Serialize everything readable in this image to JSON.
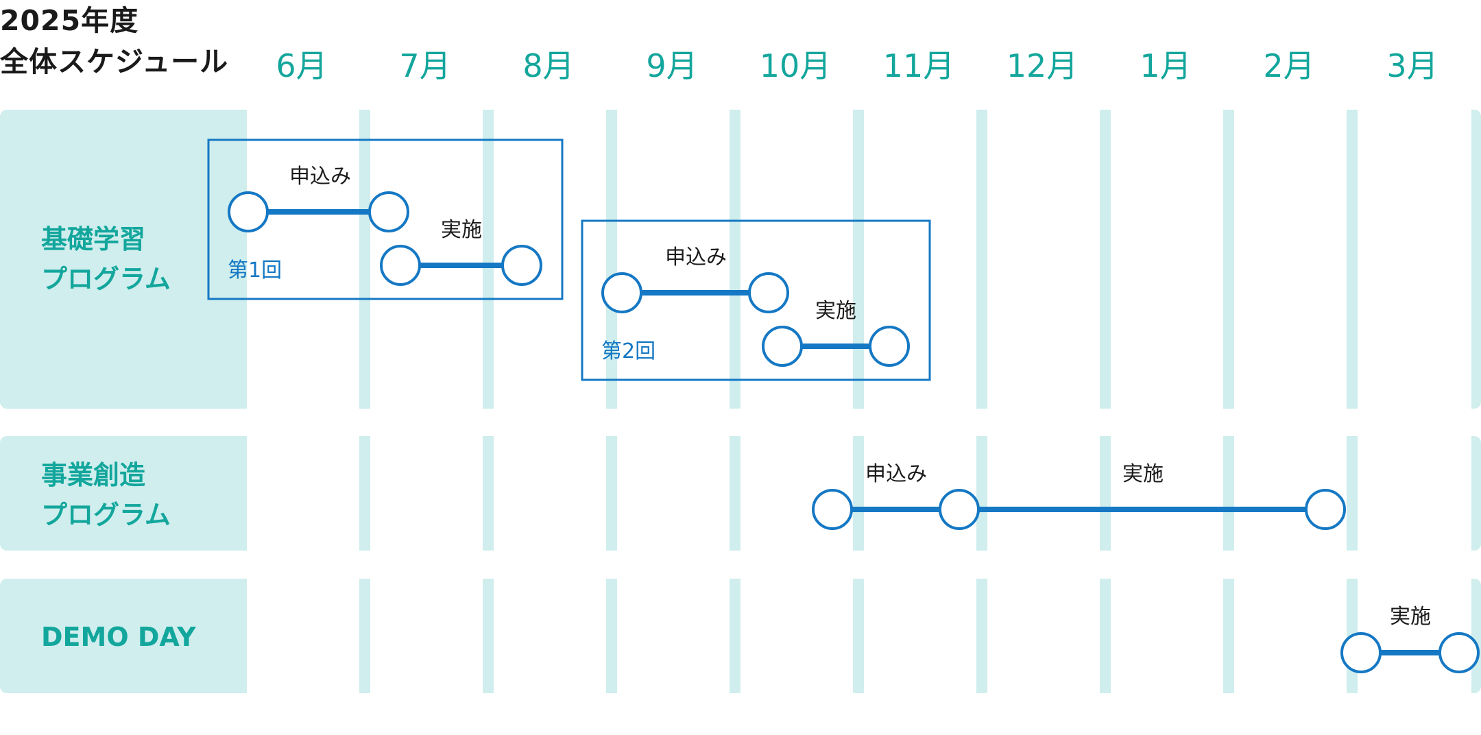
{
  "title": {
    "line1": "2025年度",
    "line2": "全体スケジュール"
  },
  "months": [
    "6月",
    "7月",
    "8月",
    "9月",
    "10月",
    "11月",
    "12月",
    "1月",
    "2月",
    "3月"
  ],
  "rows": [
    {
      "line1": "基礎学習",
      "line2": "プログラム"
    },
    {
      "line1": "事業創造",
      "line2": "プログラム"
    },
    {
      "line1": "DEMO DAY",
      "line2": ""
    }
  ],
  "labels": {
    "apply": "申込み",
    "run": "実施",
    "round1": "第1回",
    "round2": "第2回"
  },
  "colors": {
    "accent": "#1578c4",
    "teal": "#13a69c",
    "band": "#cfeeed"
  }
}
